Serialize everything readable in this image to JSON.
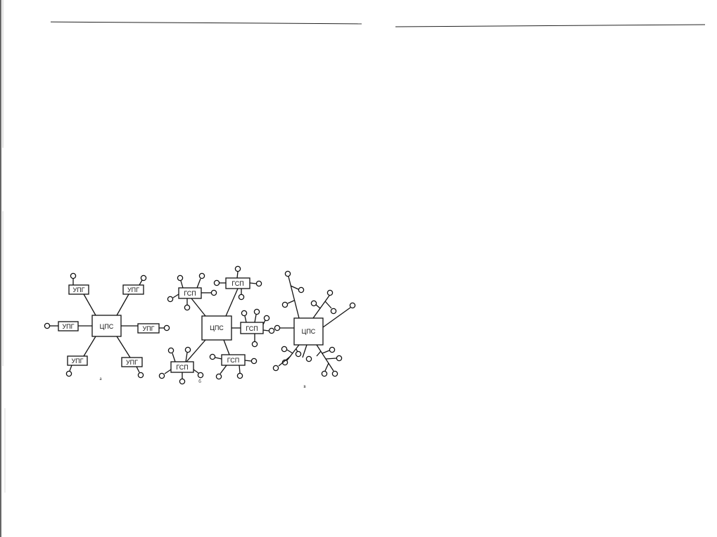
{
  "diagram": {
    "central_label": "ЦПС",
    "panel_a": {
      "caption": "а",
      "node_label": "УПГ"
    },
    "panel_b": {
      "caption": "б",
      "node_label": "ГСП"
    },
    "panel_c": {
      "caption": "в"
    }
  }
}
